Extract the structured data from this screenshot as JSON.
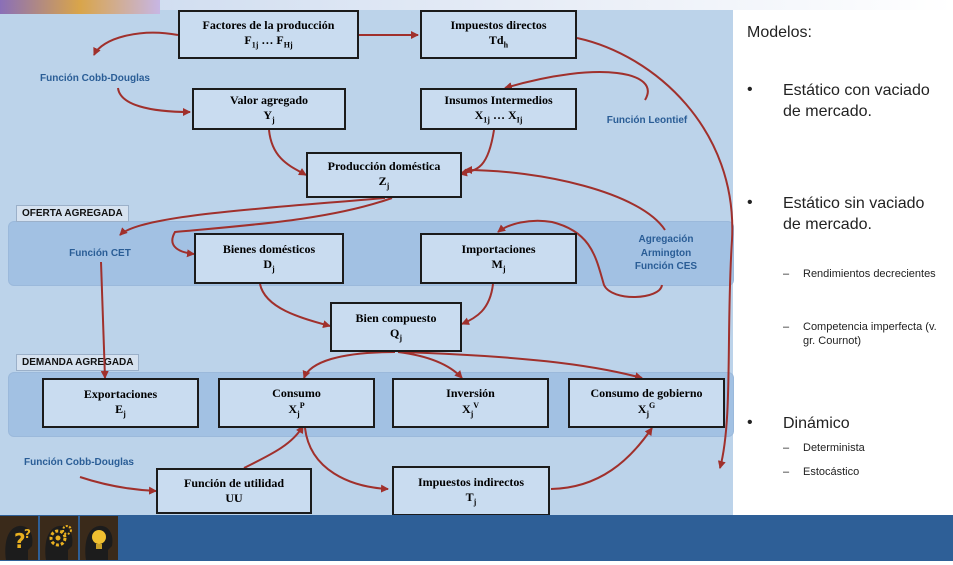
{
  "section_tags": {
    "oferta": "OFERTA AGREGADA",
    "demanda": "DEMANDA AGREGADA"
  },
  "boxes": {
    "factores": {
      "title": "Factores de la producción",
      "sym": "F",
      "sub1": "1j",
      "mid": " … F",
      "sub2": "Hj"
    },
    "impuestos_directos": {
      "title": "Impuestos directos",
      "sym": "Td",
      "sub": "h"
    },
    "valor_agregado": {
      "title": "Valor agregado",
      "sym": "Y",
      "sub": "j"
    },
    "insumos": {
      "title": "Insumos Intermedios",
      "sym": "X",
      "sub1": "1j",
      "mid": " … X",
      "sub2": "Ij"
    },
    "produccion": {
      "title": "Producción doméstica",
      "sym": "Z",
      "sub": "j"
    },
    "bienes_domesticos": {
      "title": "Bienes domésticos",
      "sym": "D",
      "sub": "j"
    },
    "importaciones": {
      "title": "Importaciones",
      "sym": "M",
      "sub": "j"
    },
    "bien_compuesto": {
      "title": "Bien compuesto",
      "sym": "Q",
      "sub": "j"
    },
    "exportaciones": {
      "title": "Exportaciones",
      "sym": "E",
      "sub": "j"
    },
    "consumo": {
      "title": "Consumo",
      "sym": "X",
      "sub": "j",
      "sup": "P"
    },
    "inversion": {
      "title": "Inversión",
      "sym": "X",
      "sub": "j",
      "sup": "V"
    },
    "consumo_gobierno": {
      "title": "Consumo de gobierno",
      "sym": "X",
      "sub": "j",
      "sup": "G"
    },
    "utilidad": {
      "title": "Función de utilidad",
      "sym": "UU"
    },
    "impuestos_indirectos": {
      "title": "Impuestos indirectos",
      "sym": "T",
      "sub": "j"
    }
  },
  "function_labels": {
    "cobb_douglas_top": "Función Cobb-Douglas",
    "leontief": "Función Leontief",
    "cet": "Función CET",
    "armington_1": "Agregación",
    "armington_2": "Armington",
    "armington_3": "Función CES",
    "cobb_douglas_bottom": "Función Cobb-Douglas"
  },
  "models": {
    "title": "Modelos:",
    "bullet": "•",
    "dash": "–",
    "items": [
      {
        "text": "Estático con vaciado de mercado.",
        "subitems": []
      },
      {
        "text": "Estático sin vaciado de mercado.",
        "subitems": [
          "Rendimientos decrecientes",
          "Competencia imperfecta (v. gr. Cournot)"
        ]
      },
      {
        "text": "Dinámico",
        "subitems": [
          "Determinista",
          "Estocástico"
        ]
      }
    ]
  },
  "colors": {
    "arrow": "#a0302c",
    "label_blue": "#2a5d96",
    "panel": "#bcd3ea",
    "bottom_bar": "#2e5f97"
  }
}
